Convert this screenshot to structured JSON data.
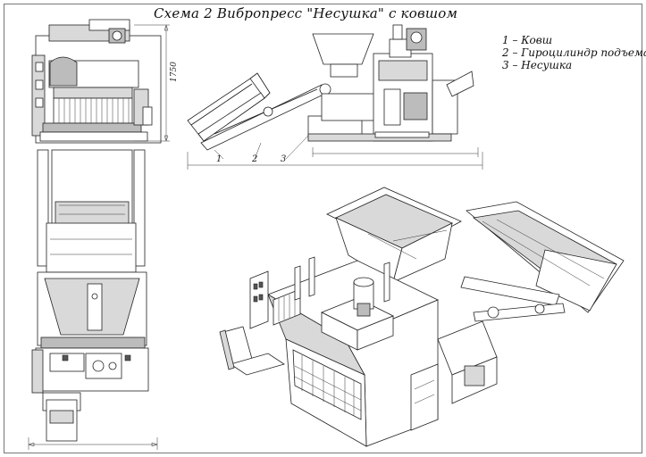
{
  "title": "Схема 2 Вибропресс \"Несушка\" с ковшом",
  "legend": [
    {
      "text": "1 – Ковш"
    },
    {
      "text": "2 – Гироцилиндр подъема"
    },
    {
      "text": "3 – Несушка"
    }
  ],
  "dimensions": {
    "height_label": "1750"
  },
  "callouts": [
    "1",
    "2",
    "3"
  ]
}
